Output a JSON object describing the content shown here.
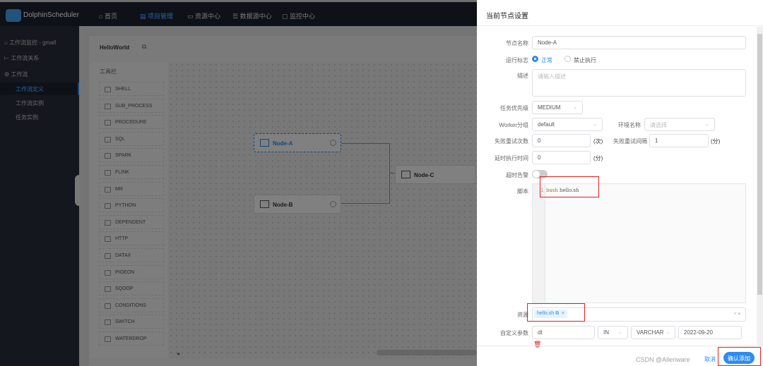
{
  "app": {
    "brand": "DolphinScheduler"
  },
  "topnav": [
    {
      "label": "首页",
      "icon": "home-icon"
    },
    {
      "label": "项目管理",
      "icon": "project-icon",
      "active": true
    },
    {
      "label": "资源中心",
      "icon": "folder-icon"
    },
    {
      "label": "数据源中心",
      "icon": "database-icon"
    },
    {
      "label": "监控中心",
      "icon": "monitor-icon"
    }
  ],
  "sidebar": {
    "items": [
      {
        "label": "工作流监控 - gmall"
      },
      {
        "label": "工作流关系"
      },
      {
        "label": "工作流"
      }
    ],
    "subitems": [
      {
        "label": "工作流定义",
        "active": true
      },
      {
        "label": "工作流实例"
      },
      {
        "label": "任务实例"
      }
    ]
  },
  "workflow": {
    "title": "HelloWorld",
    "toolbar_title": "工具栏",
    "tools": [
      "SHELL",
      "SUB_PROCESS",
      "PROCEDURE",
      "SQL",
      "SPARK",
      "FLINK",
      "MR",
      "PYTHON",
      "DEPENDENT",
      "HTTP",
      "DATAX",
      "PIGEON",
      "SQOOP",
      "CONDITIONS",
      "SWITCH",
      "WATERDROP"
    ],
    "nodes": [
      "Node-A",
      "Node-B",
      "Node-C"
    ]
  },
  "drawer": {
    "title": "当前节点设置",
    "node_name": {
      "label": "节点名称",
      "value": "Node-A"
    },
    "run_flag": {
      "label": "运行标志",
      "options": [
        "正常",
        "禁止执行"
      ],
      "selected": "正常"
    },
    "description": {
      "label": "描述",
      "placeholder": "请输入描述"
    },
    "priority": {
      "label": "任务优先级",
      "value": "MEDIUM"
    },
    "worker_group": {
      "label": "Worker分组",
      "value": "default"
    },
    "environment": {
      "label": "环境名称",
      "placeholder": "请选择"
    },
    "retry_times": {
      "label": "失败重试次数",
      "value": "0",
      "unit": "(次)"
    },
    "retry_interval": {
      "label": "失败重试间隔",
      "value": "1",
      "unit": "(分)"
    },
    "delay_time": {
      "label": "延时执行时间",
      "value": "0",
      "unit": "(分)"
    },
    "timeout_alarm": {
      "label": "超时告警",
      "enabled": false
    },
    "script": {
      "label": "脚本",
      "line_no": "1",
      "keyword": "bash",
      "rest": " hello.sh"
    },
    "resources": {
      "label": "资源",
      "tag": "hello.sh"
    },
    "custom_params": {
      "label": "自定义参数",
      "prop": "dt",
      "direct": "IN",
      "type": "VARCHAR",
      "value": "2022-09-20"
    },
    "cancel": "取消",
    "confirm": "确认添加"
  },
  "watermark": "CSDN @Allenware",
  "colors": {
    "accent": "#2d8cf0",
    "highlight": "#e02020",
    "nav_bg": "#1c2130"
  }
}
